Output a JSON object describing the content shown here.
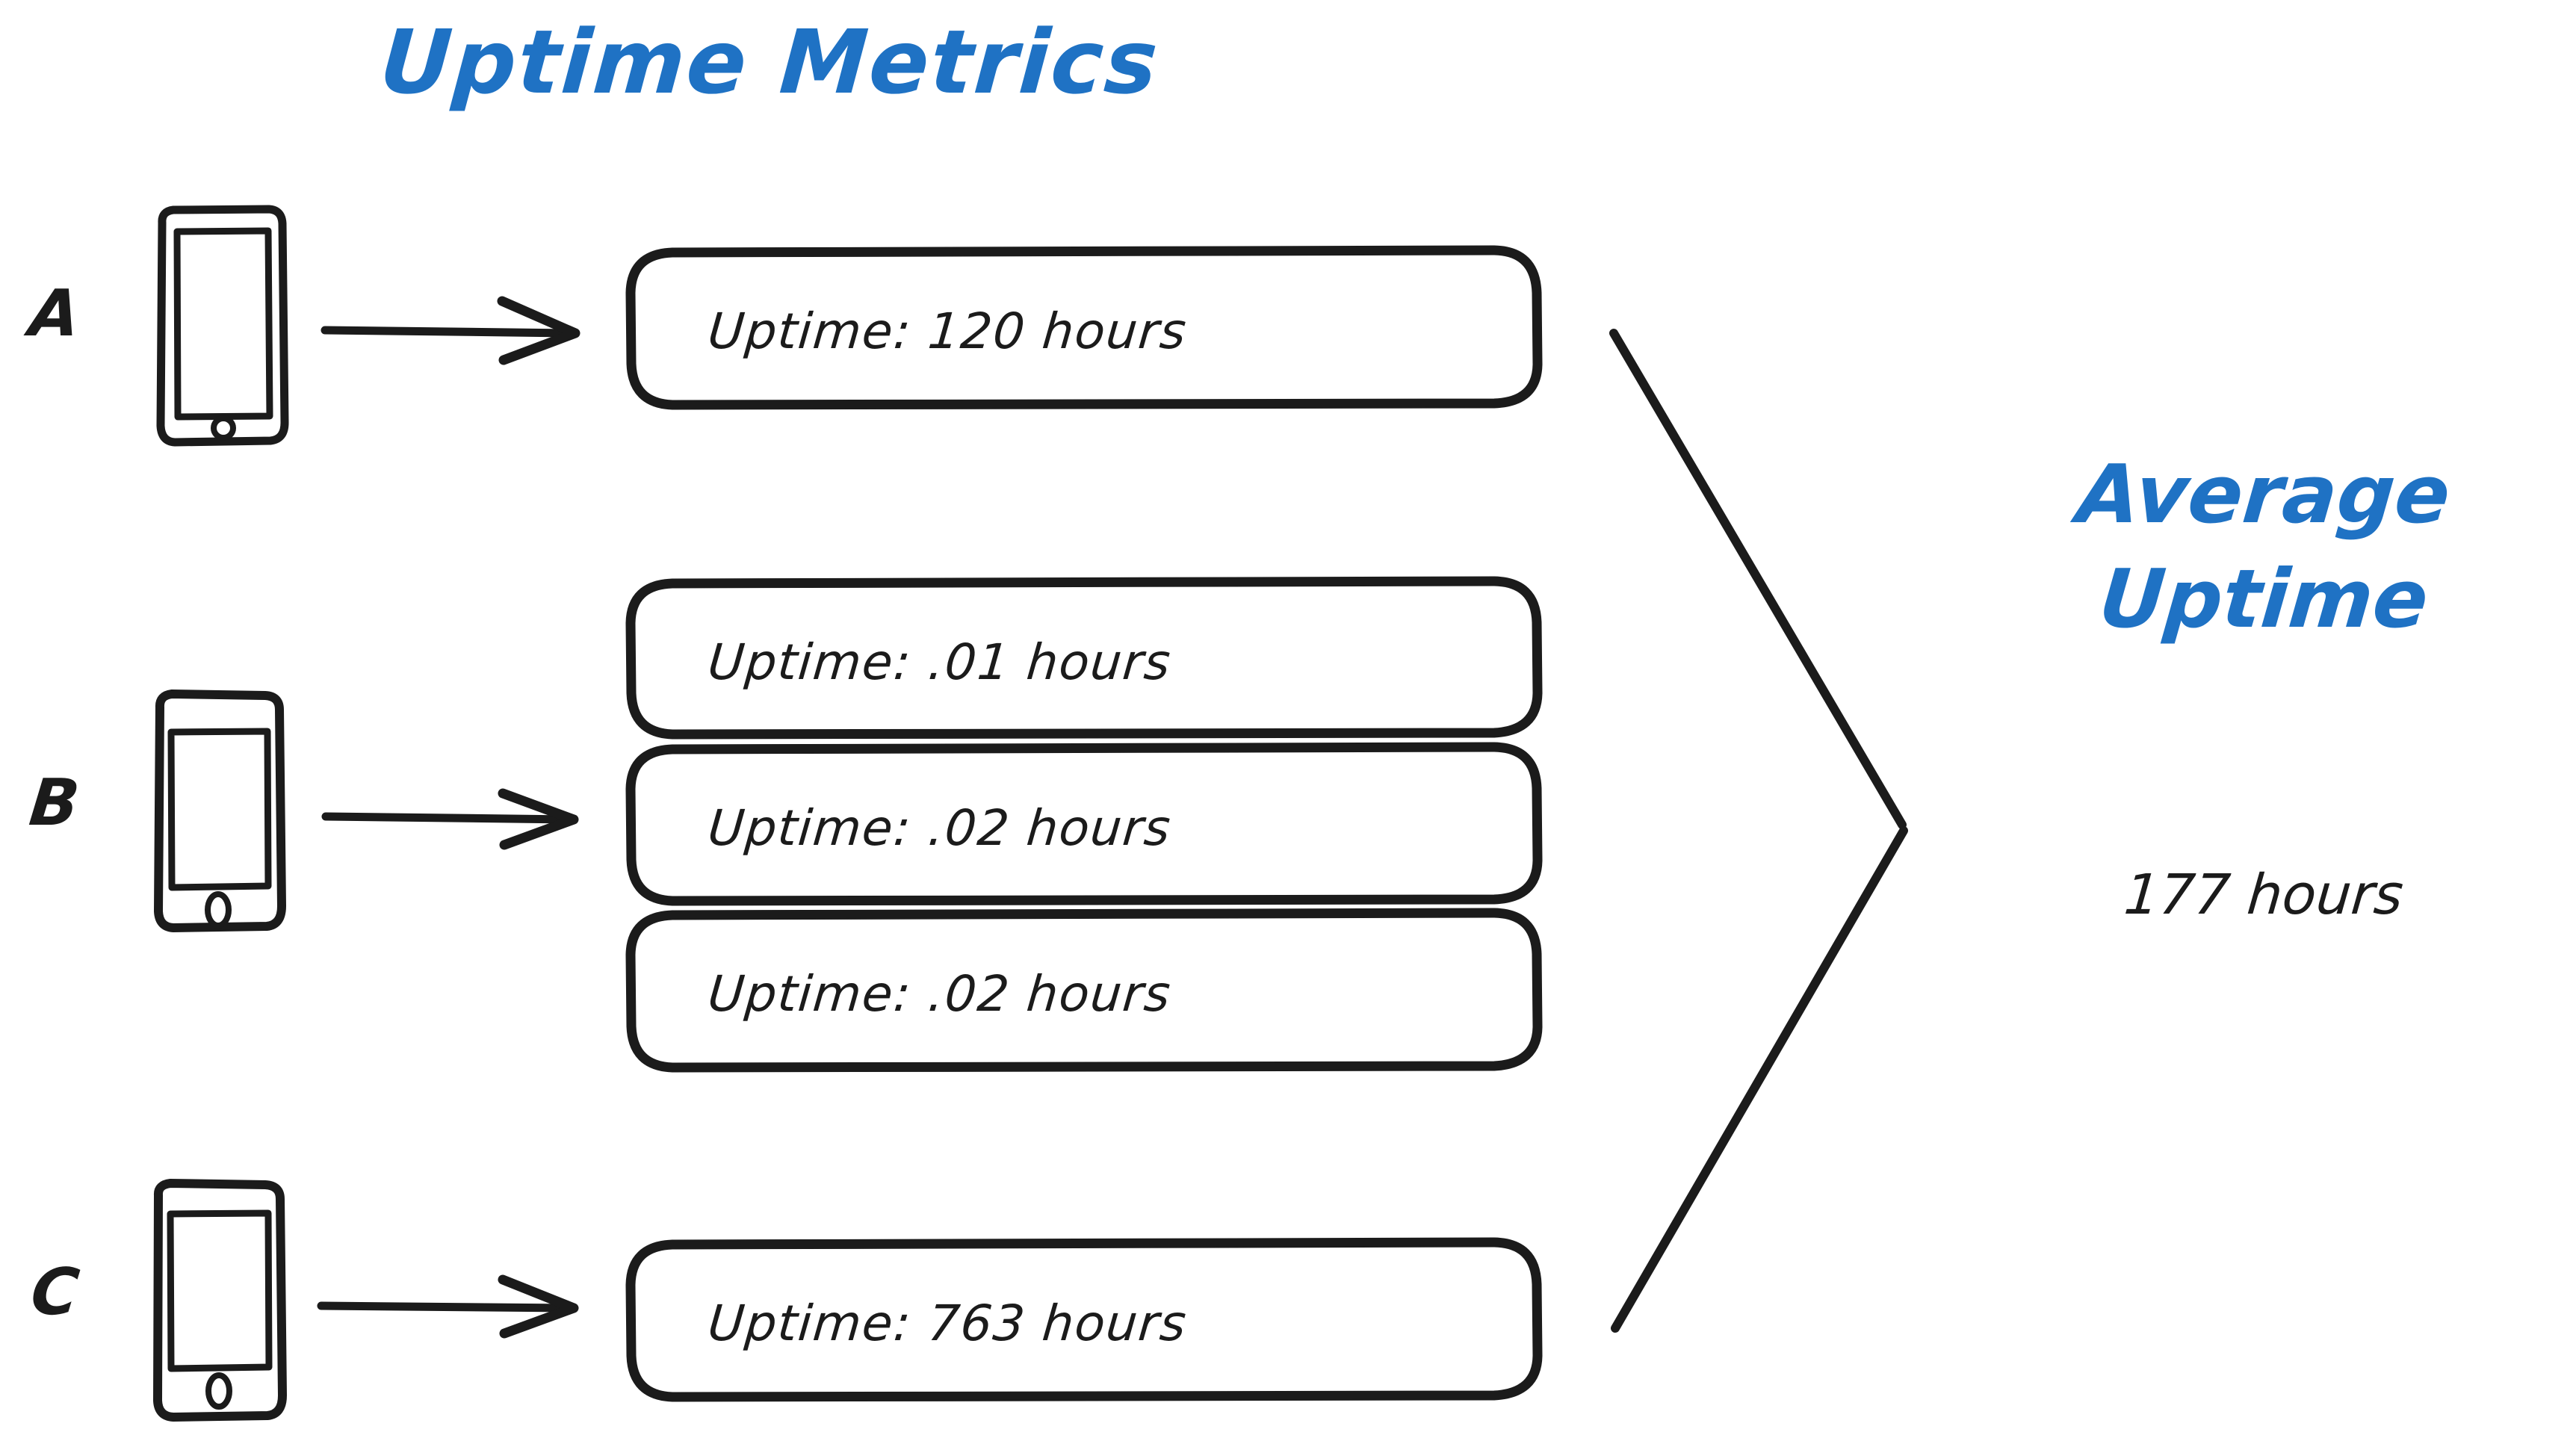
{
  "title": {
    "text": "Uptime Metrics",
    "color": "#1f72c4"
  },
  "devices": [
    {
      "id": "A",
      "label": "A",
      "icon": "phone-icon"
    },
    {
      "id": "B",
      "label": "B",
      "icon": "phone-icon"
    },
    {
      "id": "C",
      "label": "C",
      "icon": "phone-icon"
    }
  ],
  "groups": [
    {
      "device": "A",
      "boxes": [
        {
          "label": "Uptime: 120 hours",
          "metric": "Uptime",
          "value": "120",
          "unit": "hours"
        }
      ]
    },
    {
      "device": "B",
      "boxes": [
        {
          "label": "Uptime: .01 hours",
          "metric": "Uptime",
          "value": ".01",
          "unit": "hours"
        },
        {
          "label": "Uptime: .02 hours",
          "metric": "Uptime",
          "value": ".02",
          "unit": "hours"
        },
        {
          "label": "Uptime: .02 hours",
          "metric": "Uptime",
          "value": ".02",
          "unit": "hours"
        }
      ]
    },
    {
      "device": "C",
      "boxes": [
        {
          "label": "Uptime: 763 hours",
          "metric": "Uptime",
          "value": "763",
          "unit": "hours"
        }
      ]
    }
  ],
  "result": {
    "heading_line1": "Average",
    "heading_line2": "Uptime",
    "heading_color": "#1f72c4",
    "value": "177 hours"
  },
  "colors": {
    "ink": "#1b1b1b",
    "accent": "#1f72c4",
    "background": "#ffffff"
  },
  "arrows": {
    "a_to_box": "arrow-right-icon",
    "b_to_box": "arrow-right-icon",
    "c_to_box": "arrow-right-icon",
    "converge": "converge-bracket-icon"
  }
}
